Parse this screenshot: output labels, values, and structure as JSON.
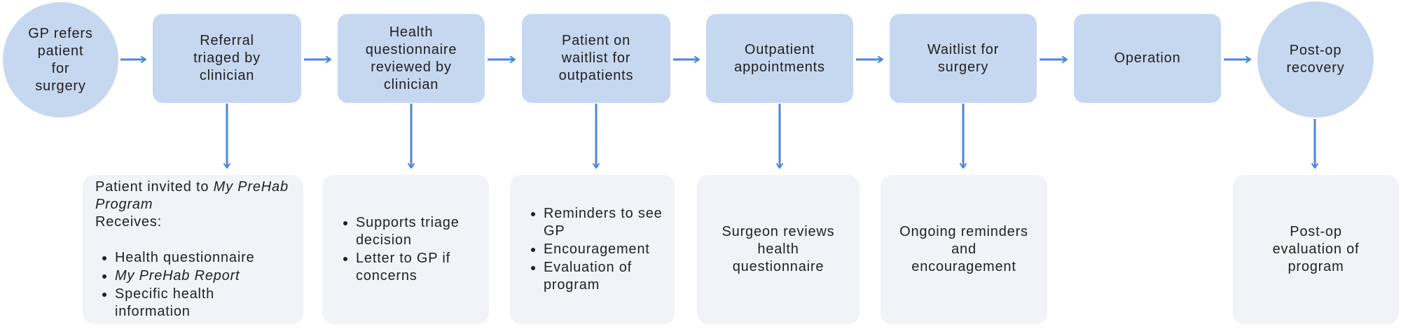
{
  "colors": {
    "node_fill": "#c6d8f0",
    "detail_fill": "#f2f3f7",
    "arrow": "#4d86d8",
    "text": "#1f1f1f",
    "background": "#ffffff"
  },
  "flow": {
    "nodes": [
      {
        "id": "gp-refers",
        "shape": "circle",
        "label": "GP refers\npatient\nfor\nsurgery"
      },
      {
        "id": "referral-triaged",
        "shape": "rect",
        "label": "Referral\ntriaged by\nclinician"
      },
      {
        "id": "questionnaire-reviewed",
        "shape": "rect",
        "label": "Health\nquestionnaire\nreviewed by\nclinician"
      },
      {
        "id": "outpatient-waitlist",
        "shape": "rect",
        "label": "Patient on\nwaitlist for\noutpatients"
      },
      {
        "id": "outpatient-appointments",
        "shape": "rect",
        "label": "Outpatient\nappointments"
      },
      {
        "id": "surgery-waitlist",
        "shape": "rect",
        "label": "Waitlist for\nsurgery"
      },
      {
        "id": "operation",
        "shape": "rect",
        "label": "Operation"
      },
      {
        "id": "postop-recovery",
        "shape": "circle",
        "label": "Post-op\nrecovery"
      }
    ],
    "details": [
      {
        "attached_to": "referral-triaged",
        "intro": [
          {
            "text": "Patient invited to ",
            "italic": false
          },
          {
            "text": "My PreHab Program",
            "italic": true
          }
        ],
        "line2": "Receives:",
        "bullets": [
          {
            "text": "Health questionnaire",
            "italic": false
          },
          {
            "text": "My PreHab Report",
            "italic": true
          },
          {
            "text": "Specific health information",
            "italic": false
          }
        ]
      },
      {
        "attached_to": "questionnaire-reviewed",
        "bullets": [
          "Supports triage decision",
          "Letter to GP if concerns"
        ]
      },
      {
        "attached_to": "outpatient-waitlist",
        "bullets": [
          "Reminders to see GP",
          "Encouragement",
          "Evaluation of program"
        ]
      },
      {
        "attached_to": "outpatient-appointments",
        "text": "Surgeon reviews\nhealth\nquestionnaire"
      },
      {
        "attached_to": "surgery-waitlist",
        "text": "Ongoing reminders\nand\nencouragement"
      },
      {
        "attached_to": "postop-recovery",
        "text": "Post-op\nevaluation of\nprogram"
      }
    ]
  }
}
